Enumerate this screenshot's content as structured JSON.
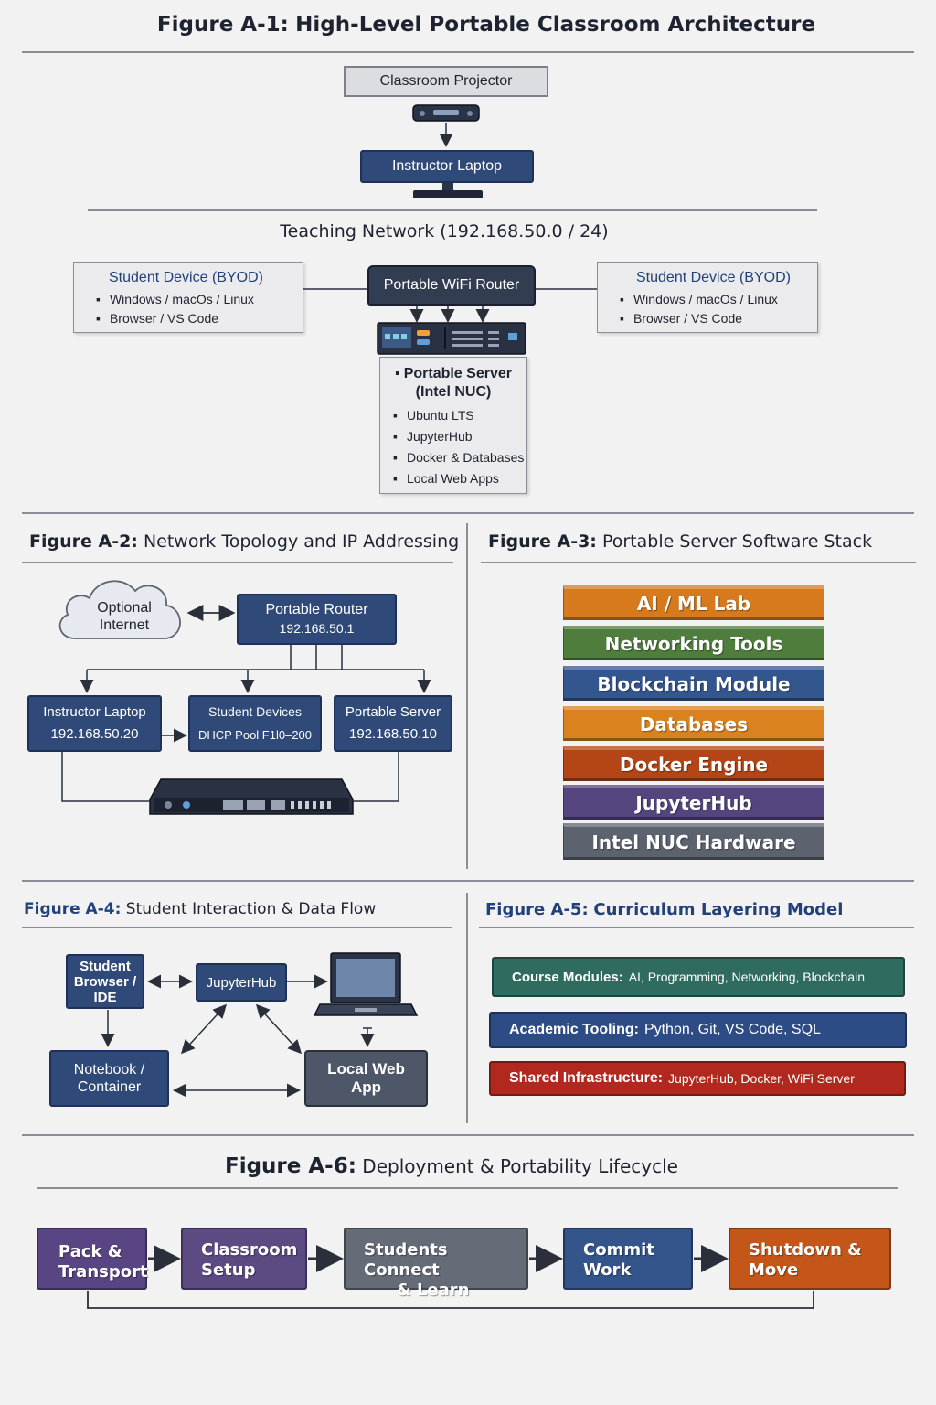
{
  "fig1": {
    "title_prefix": "Figure A-1:",
    "title_text": "High-Level Portable Classroom Architecture",
    "projector": "Classroom Projector",
    "laptop": "Instructor Laptop",
    "network": "Teaching Network (192.168.50.0 / 24)",
    "router": "Portable WiFi Router",
    "student_left": {
      "title": "Student Device (BYOD)",
      "items": [
        "Windows / macOs / Linux",
        "Browser / VS Code"
      ]
    },
    "student_right": {
      "title": "Student Device (BYOD)",
      "items": [
        "Windows / macOs / Linux",
        "Browser / VS Code"
      ]
    },
    "server": {
      "title_line1": "Portable Server",
      "title_line2": "(Intel NUC)",
      "items": [
        "Ubuntu LTS",
        "JupyterHub",
        "Docker & Databases",
        "Local Web Apps"
      ]
    }
  },
  "fig2": {
    "title_prefix": "Figure A-2:",
    "title_text": "Network Topology and IP Addressing",
    "cloud_line1": "Optional",
    "cloud_line2": "Internet",
    "router_name": "Portable Router",
    "router_ip": "192.168.50.1",
    "laptop_name": "Instructor Laptop",
    "laptop_ip": "192.168.50.20",
    "students_name": "Student Devices",
    "students_ip": "DHCP Pool F1Ɩ0–200",
    "server_name": "Portable Server",
    "server_ip": "192.168.50.10"
  },
  "fig3": {
    "title_prefix": "Figure A-3:",
    "title_text": "Portable Server Software Stack",
    "layers": [
      {
        "label": "AI / ML Lab",
        "color": "#d77a1e"
      },
      {
        "label": "Networking Tools",
        "color": "#4f7d3c"
      },
      {
        "label": "Blockchain Module",
        "color": "#34568f"
      },
      {
        "label": "Databases",
        "color": "#d9821f"
      },
      {
        "label": "Docker Engine",
        "color": "#b34516"
      },
      {
        "label": "JupyterHub",
        "color": "#54457e"
      },
      {
        "label": "Intel NUC Hardware",
        "color": "#5c636e"
      }
    ]
  },
  "fig4": {
    "title_prefix": "Figure A-4:",
    "title_text": "Student Interaction & Data Flow",
    "browser": [
      "Student",
      "Browser /",
      "IDE"
    ],
    "jupyter": "JupyterHub",
    "notebook": [
      "Notebook /",
      "Container"
    ],
    "webapp": [
      "Local Web",
      "App"
    ]
  },
  "fig5": {
    "title_prefix": "Figure A-5:",
    "title_text": "Curriculum Layering Model",
    "layers": [
      {
        "key": "Course Modules:",
        "value": "AI, Programming, Networking, Blockchain",
        "color": "#2f6b5e"
      },
      {
        "key": "Academic Tooling:",
        "value": "Python, Git, VS Code, SQL",
        "color": "#2d4c86"
      },
      {
        "key": "Shared Infrastructure:",
        "value": "JupyterHub, Docker, WiFi Server",
        "color": "#b0281e"
      }
    ]
  },
  "fig6": {
    "title_prefix": "Figure A-6:",
    "title_text": "Deployment & Portability Lifecycle",
    "steps": [
      {
        "line1": "Pack &",
        "line2": "Transport",
        "color": "#5a4584"
      },
      {
        "line1": "Classroom",
        "line2": "Setup",
        "color": "#5c4a82"
      },
      {
        "line1": "Students Connect",
        "line2": "& Learn",
        "color": "#656c78"
      },
      {
        "line1": "Commit",
        "line2": "Work",
        "color": "#34558c"
      },
      {
        "line1": "Shutdown &",
        "line2": "Move",
        "color": "#c4561a"
      }
    ]
  }
}
